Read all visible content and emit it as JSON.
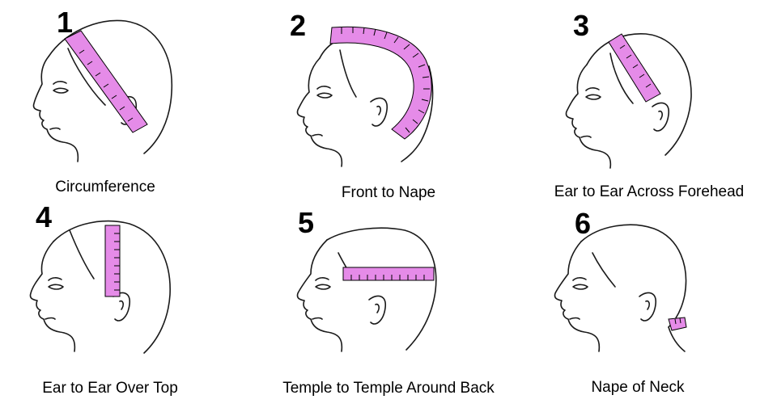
{
  "colors": {
    "tape": "#e58be8",
    "line": "#1a1a1a",
    "background": "#ffffff"
  },
  "steps": [
    {
      "number": "1",
      "label": "Circumference"
    },
    {
      "number": "2",
      "label": "Front to Nape"
    },
    {
      "number": "3",
      "label": "Ear to Ear Across Forehead"
    },
    {
      "number": "4",
      "label": "Ear to Ear Over Top"
    },
    {
      "number": "5",
      "label": "Temple to Temple Around Back"
    },
    {
      "number": "6",
      "label": "Nape of Neck"
    }
  ]
}
